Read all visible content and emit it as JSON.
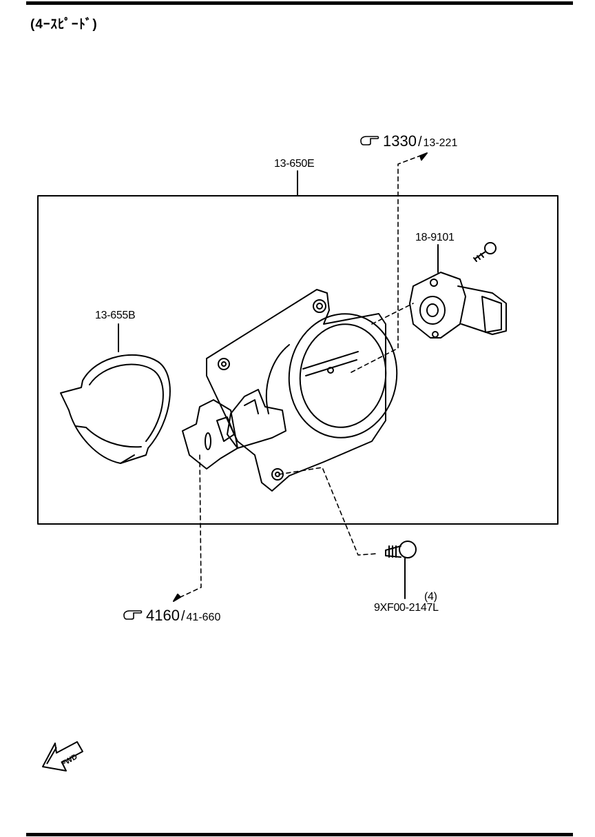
{
  "header": {
    "spec_label": "(4ｰｽﾋﾟｰﾄﾞ)"
  },
  "parts": {
    "assembly": "13-650E",
    "gasket": "13-655B",
    "sensor": "18-9101",
    "bolt": "9XF00-2147L",
    "bolt_qty": "(4)"
  },
  "refs": {
    "top": {
      "main": "1330",
      "sep": "/",
      "sub": "13-221",
      "icon": "pointing-hand-icon"
    },
    "bottom": {
      "main": "4160",
      "sep": "/",
      "sub": "41-660",
      "icon": "pointing-hand-icon"
    }
  },
  "fwd": {
    "label": "FWD",
    "icon": "forward-arrow-icon"
  }
}
